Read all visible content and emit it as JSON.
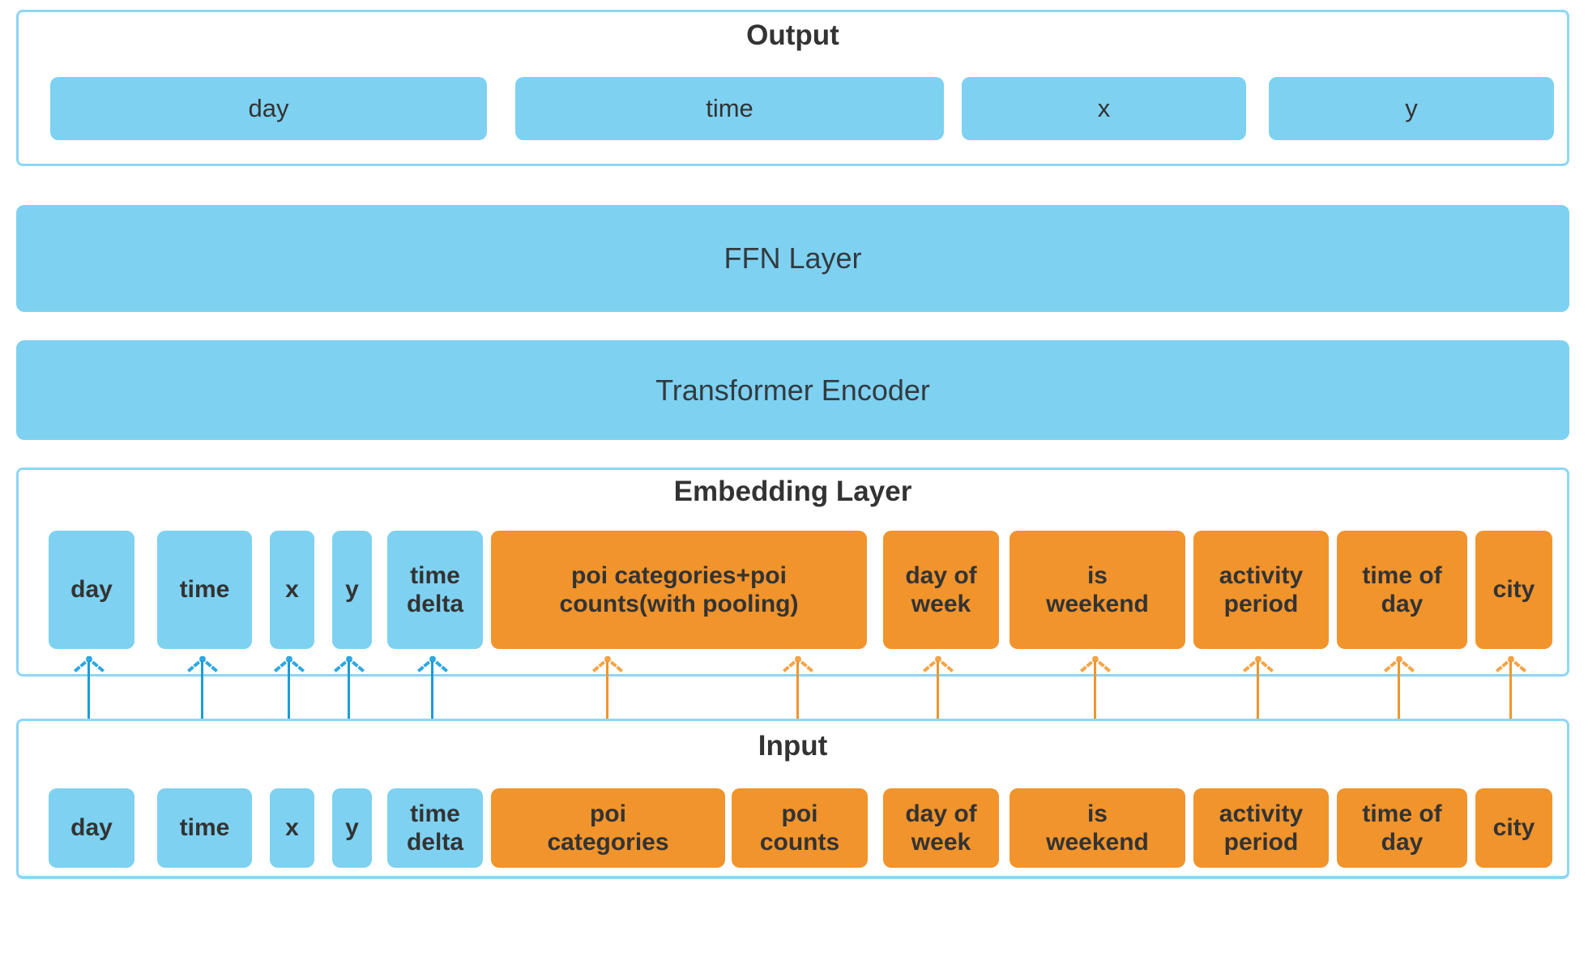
{
  "colors": {
    "blue_box": "#7ed1f1",
    "orange_box": "#f1942c",
    "container_border": "#8ed6f4",
    "blue_arrow": "#1c9cd9",
    "orange_arrow": "#f0952c",
    "text": "#333333"
  },
  "output_section": {
    "title": "Output",
    "boxes": [
      {
        "label": "day"
      },
      {
        "label": "time"
      },
      {
        "label": "x"
      },
      {
        "label": "y"
      }
    ]
  },
  "ffn_layer": {
    "label": "FFN Layer"
  },
  "transformer_encoder": {
    "label": "Transformer Encoder"
  },
  "embedding_layer": {
    "title": "Embedding Layer",
    "boxes": [
      {
        "label": "day"
      },
      {
        "label": "time"
      },
      {
        "label": "x"
      },
      {
        "label": "y"
      },
      {
        "label": "time\ndelta"
      },
      {
        "label": "poi categories+poi\ncounts(with pooling)"
      },
      {
        "label": "day of\nweek"
      },
      {
        "label": "is\nweekend"
      },
      {
        "label": "activity\nperiod"
      },
      {
        "label": "time of\nday"
      },
      {
        "label": "city"
      }
    ]
  },
  "input_section": {
    "title": "Input",
    "boxes": [
      {
        "label": "day"
      },
      {
        "label": "time"
      },
      {
        "label": "x"
      },
      {
        "label": "y"
      },
      {
        "label": "time\ndelta"
      },
      {
        "label": "poi\ncategories"
      },
      {
        "label": "poi\ncounts"
      },
      {
        "label": "day of\nweek"
      },
      {
        "label": "is\nweekend"
      },
      {
        "label": "activity\nperiod"
      },
      {
        "label": "time of\nday"
      },
      {
        "label": "city"
      }
    ]
  }
}
